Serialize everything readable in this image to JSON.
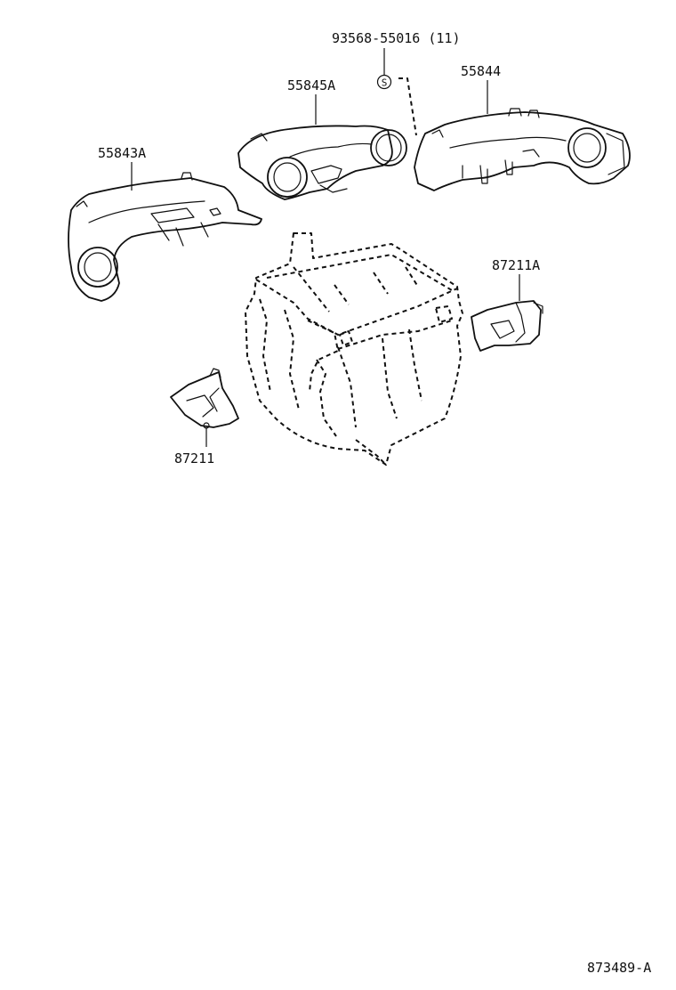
{
  "parts": [
    {
      "id": "screw",
      "number": "93568-55016 (11)",
      "symbol": "S"
    },
    {
      "id": "duct-55845A",
      "number": "55845A"
    },
    {
      "id": "duct-55844",
      "number": "55844"
    },
    {
      "id": "duct-55843A",
      "number": "55843A"
    },
    {
      "id": "duct-87211A",
      "number": "87211A"
    },
    {
      "id": "duct-87211",
      "number": "87211"
    }
  ],
  "figure_code": "873489-A"
}
